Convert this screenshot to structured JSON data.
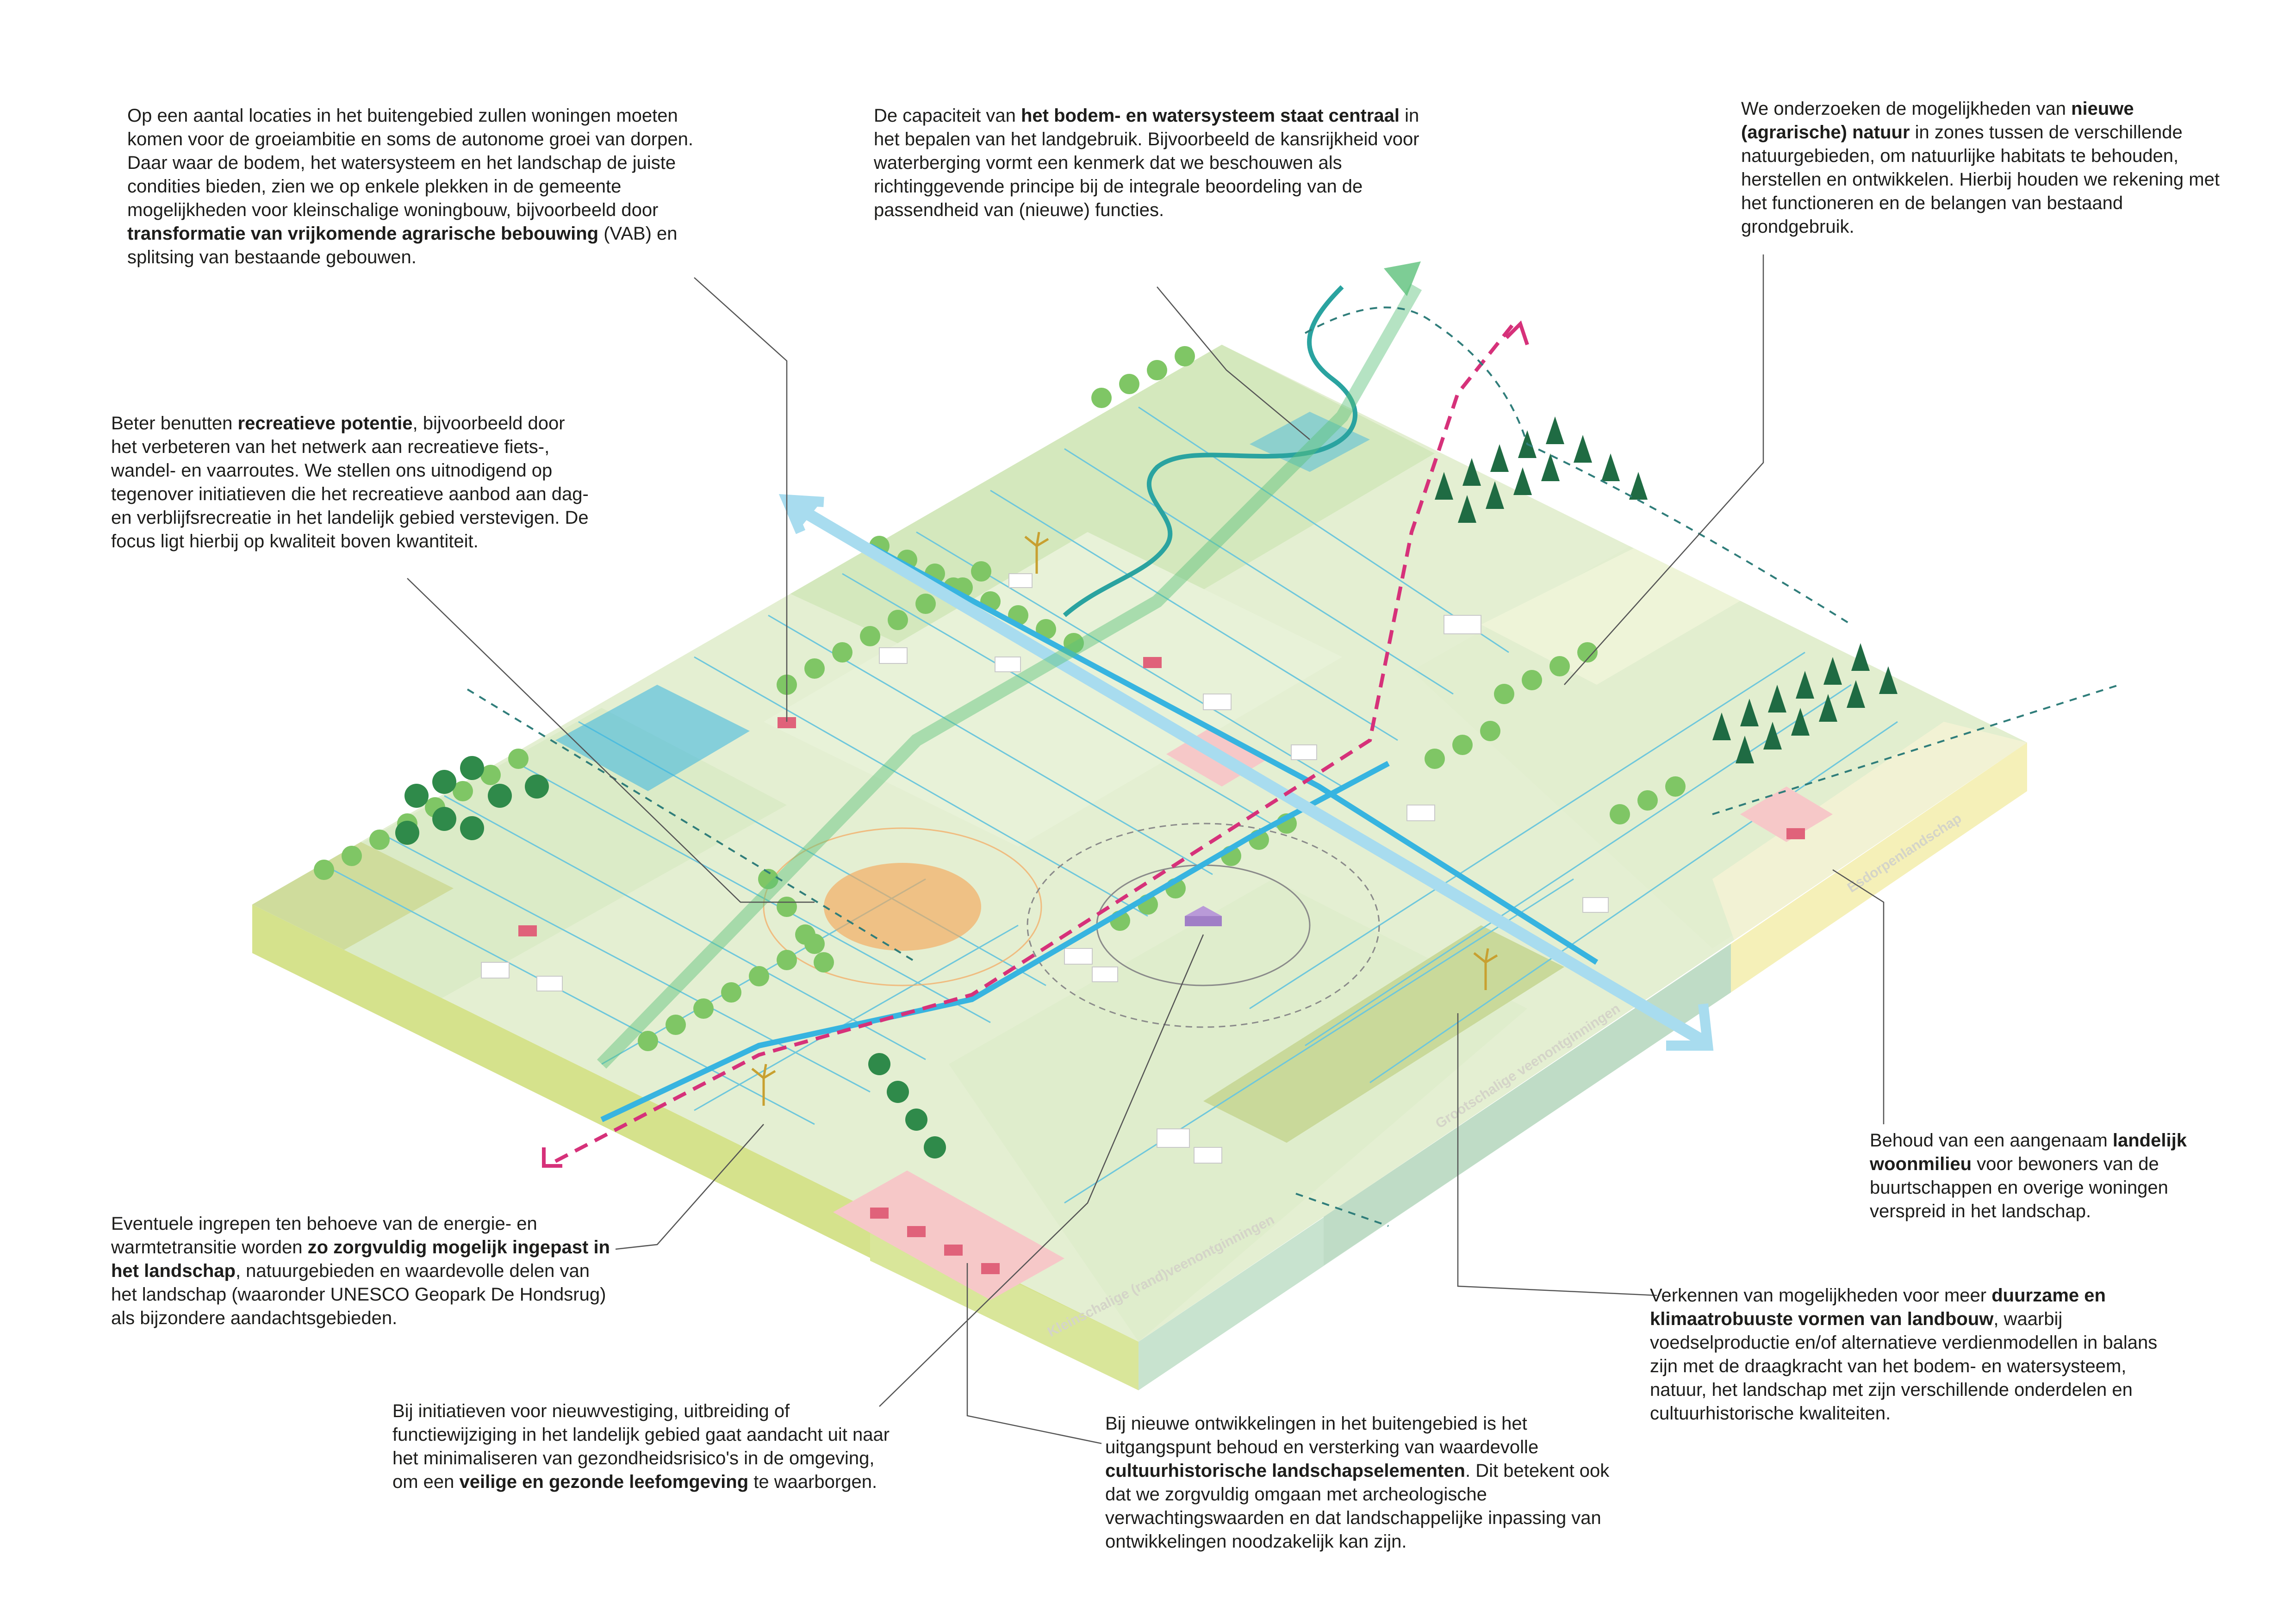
{
  "notes": [
    {
      "id": "n1",
      "segments": [
        {
          "t": "Op een aantal locaties in het buitengebied zullen woningen moeten komen voor de groeiambitie en soms de autonome groei van dorpen. Daar waar de bodem, het watersysteem en het landschap de juiste condities bieden, zien we op enkele plekken in de gemeente mogelijkheden voor kleinschalige woningbouw, bijvoorbeeld door ",
          "b": false
        },
        {
          "t": "transformatie van vrijkomende agrarische bebouwing",
          "b": true
        },
        {
          "t": " (VAB) en splitsing van bestaande gebouwen.",
          "b": false
        }
      ]
    },
    {
      "id": "n2",
      "segments": [
        {
          "t": "De capaciteit van ",
          "b": false
        },
        {
          "t": "het bodem- en watersysteem staat centraal",
          "b": true
        },
        {
          "t": " in het bepalen van het landgebruik. Bijvoorbeeld de kansrijkheid voor waterberging vormt een kenmerk dat we beschouwen als richtinggevende principe bij de integrale beoordeling van de passendheid van (nieuwe) functies.",
          "b": false
        }
      ]
    },
    {
      "id": "n3",
      "segments": [
        {
          "t": "We onderzoeken de mogelijkheden van ",
          "b": false
        },
        {
          "t": "nieuwe (agrarische) natuur",
          "b": true
        },
        {
          "t": " in zones tussen de verschillende natuurgebieden, om natuurlijke habitats te behouden, herstellen en ontwikkelen. Hierbij houden we rekening met het functioneren en de belangen van bestaand grondgebruik.",
          "b": false
        }
      ]
    },
    {
      "id": "n4",
      "segments": [
        {
          "t": "Beter benutten ",
          "b": false
        },
        {
          "t": "recreatieve potentie",
          "b": true
        },
        {
          "t": ", bijvoorbeeld door het verbeteren van het netwerk aan recreatieve fiets-, wandel- en vaarroutes. We stellen ons uitnodigend op tegenover initiatieven die het recreatieve aanbod aan dag- en verblijfsrecreatie in het landelijk gebied verstevigen. De focus ligt hierbij op kwaliteit boven kwantiteit.",
          "b": false
        }
      ]
    },
    {
      "id": "n5",
      "segments": [
        {
          "t": "Behoud van een aangenaam ",
          "b": false
        },
        {
          "t": "landelijk woonmilieu",
          "b": true
        },
        {
          "t": " voor bewoners van de buurtschappen en overige woningen verspreid in het landschap.",
          "b": false
        }
      ]
    },
    {
      "id": "n6",
      "segments": [
        {
          "t": "Verkennen van mogelijkheden voor meer ",
          "b": false
        },
        {
          "t": "duurzame en klimaatrobuuste vormen van landbouw",
          "b": true
        },
        {
          "t": ", waarbij voedselproductie en/of alternatieve verdienmodellen in balans zijn met de draagkracht van het bodem- en watersysteem, natuur, het landschap met zijn verschillende onderdelen en cultuurhistorische kwaliteiten.",
          "b": false
        }
      ]
    },
    {
      "id": "n7",
      "segments": [
        {
          "t": "Eventuele ingrepen ten behoeve van de energie- en warmtetransitie worden ",
          "b": false
        },
        {
          "t": "zo zorgvuldig mogelijk ingepast in het landschap",
          "b": true
        },
        {
          "t": ", natuurgebieden en waardevolle delen van het landschap (waaronder UNESCO Geopark De Hondsrug) als bijzondere aandachtsgebieden.",
          "b": false
        }
      ]
    },
    {
      "id": "n8",
      "segments": [
        {
          "t": "Bij initiatieven voor nieuwvestiging, uitbreiding of functiewijziging in het landelijk gebied gaat aandacht uit naar het minimaliseren van gezondheidsrisico's in de omgeving, om een ",
          "b": false
        },
        {
          "t": "veilige en gezonde leefomgeving",
          "b": true
        },
        {
          "t": " te waarborgen.",
          "b": false
        }
      ]
    },
    {
      "id": "n9",
      "segments": [
        {
          "t": "Bij nieuwe ontwikkelingen in het buitengebied is het uitgangspunt behoud en versterking van waardevolle ",
          "b": false
        },
        {
          "t": "cultuurhistorische landschapselementen",
          "b": true
        },
        {
          "t": ". Dit betekent ook dat we zorgvuldig omgaan met archeologische verwachtingswaarden en dat landschappelijke inpassing van ontwikkelingen noodzakelijk kan zijn.",
          "b": false
        }
      ]
    }
  ],
  "zones": {
    "esdorpenlandschap": "Esdorpenlandschap",
    "grootschalige": "Grootschalige veenontginningen",
    "kleinschalige": "Kleinschalige (rand)veenontginningen"
  },
  "colors": {
    "ground": "#e4efd2",
    "field_light": "#edf4de",
    "tree_light": "#7fc665",
    "tree_dark": "#2f8a4a",
    "conifer": "#1f6b43",
    "water": "#37b4e0",
    "route_blue": "#a8dcef",
    "route_magenta": "#d6317a",
    "route_green": "#5cc07a",
    "side_lime": "#d5e28c",
    "side_mint": "#c8e3cf",
    "side_cream": "#f5f0b8",
    "housing_pink": "#f6c8c8",
    "orange_zone": "#f5a75c",
    "leader": "#555555"
  }
}
